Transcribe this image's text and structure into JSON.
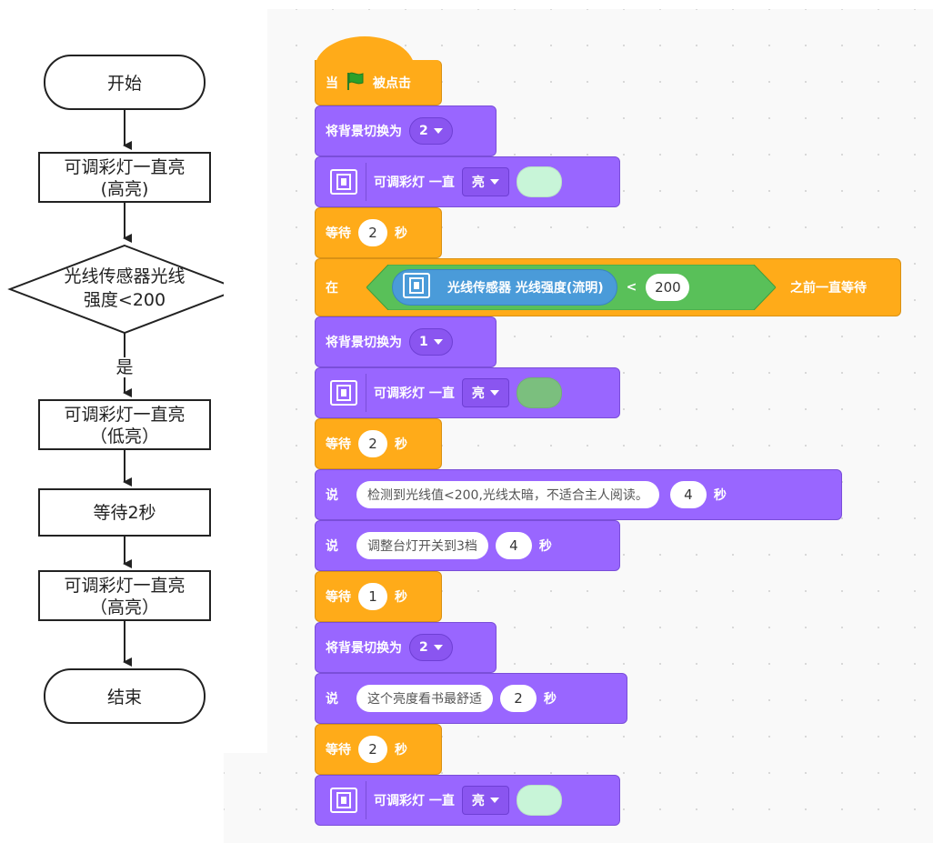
{
  "flowchart": {
    "start": "开始",
    "step1_line1": "可调彩灯一直亮",
    "step1_line2": "(高亮)",
    "decision_line1": "光线传感器光线",
    "decision_line2": "强度<200",
    "yes_label": "是",
    "step2_line1": "可调彩灯一直亮",
    "step2_line2": "（低亮）",
    "step3": "等待2秒",
    "step4_line1": "可调彩灯一直亮",
    "step4_line2": "（高亮）",
    "end": "结束"
  },
  "blocks": {
    "hat_when": "当",
    "hat_clicked": "被点击",
    "switch_bg_label": "将背景切换为",
    "bg1_value": "2",
    "light_label": "可调彩灯 一直",
    "light_state": "亮",
    "wait_label": "等待",
    "sec_label": "秒",
    "wait1_value": "2",
    "until_label": "在",
    "sensor_label": "光线传感器 光线强度(流明)",
    "lt_op": "<",
    "threshold": "200",
    "until_tail": "之前一直等待",
    "bg2_value": "1",
    "wait2_value": "2",
    "say_label": "说",
    "say1_text": "检测到光线值<200,光线太暗，不适合主人阅读。",
    "say1_secs": "4",
    "say2_text": "调整台灯开关到3档",
    "say2_secs": "4",
    "wait3_value": "1",
    "bg3_value": "2",
    "say3_text": "这个亮度看书最舒适",
    "say3_secs": "2",
    "wait4_value": "2"
  },
  "colors": {
    "looks": "#9966ff",
    "control": "#ffab19",
    "operator": "#59c059",
    "sensor": "#4a9bd9",
    "swatch_light": "#c8f5d8",
    "swatch_dark": "#7bbf7e",
    "flag": "#2aa02a"
  },
  "icons": [
    "green-flag-icon",
    "light-extension-icon",
    "caret-down-icon"
  ]
}
